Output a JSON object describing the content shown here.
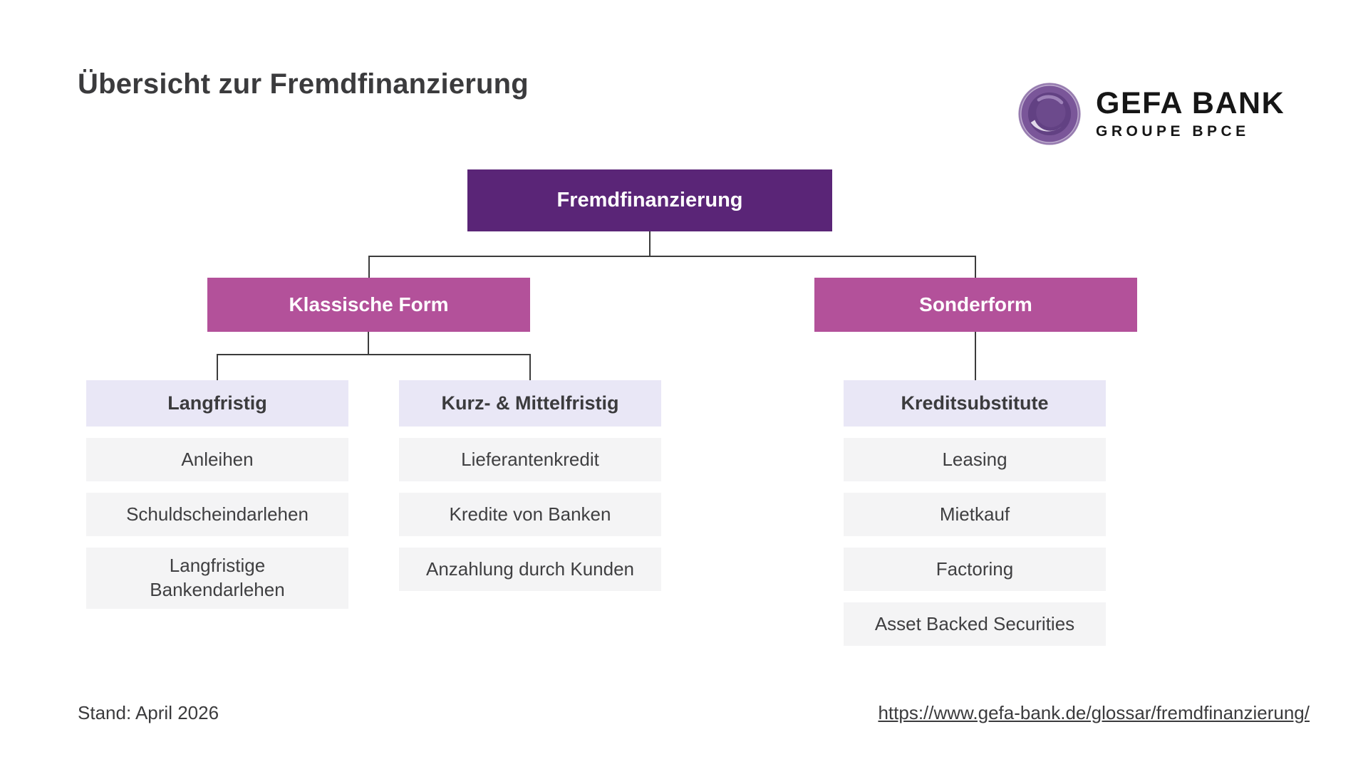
{
  "page": {
    "title": "Übersicht zur Fremdfinanzierung"
  },
  "logo": {
    "brand": "GEFA BANK",
    "group": "GROUPE BPCE",
    "mark": "painted-purple-circle-icon",
    "mark_color": "#7a5699"
  },
  "chart": {
    "type": "hierarchy-diagram",
    "root": {
      "label": "Fremdfinanzierung",
      "color": "#5a2577"
    },
    "branches": [
      {
        "label": "Klassische Form",
        "color": "#b3519a",
        "groups": [
          {
            "header": "Langfristig",
            "items": [
              "Anleihen",
              "Schuldscheindarlehen",
              "Langfristige Bankendarlehen"
            ]
          },
          {
            "header": "Kurz- & Mittelfristig",
            "items": [
              "Lieferantenkredit",
              "Kredite von Banken",
              "Anzahlung durch Kunden"
            ]
          }
        ]
      },
      {
        "label": "Sonderform",
        "color": "#b3519a",
        "groups": [
          {
            "header": "Kreditsubstitute",
            "items": [
              "Leasing",
              "Mietkauf",
              "Factoring",
              "Asset Backed Securities"
            ]
          }
        ]
      }
    ],
    "colors": {
      "root_box": "#5a2577",
      "branch_box": "#b3519a",
      "group_header": "#e9e7f6",
      "item_box": "#f4f4f5",
      "connector": "#3c3c3c",
      "text_dark": "#3b3b3d",
      "text_light": "#ffffff"
    }
  },
  "footer": {
    "stand": "Stand: April 2026",
    "link": "https://www.gefa-bank.de/glossar/fremdfinanzierung/"
  }
}
